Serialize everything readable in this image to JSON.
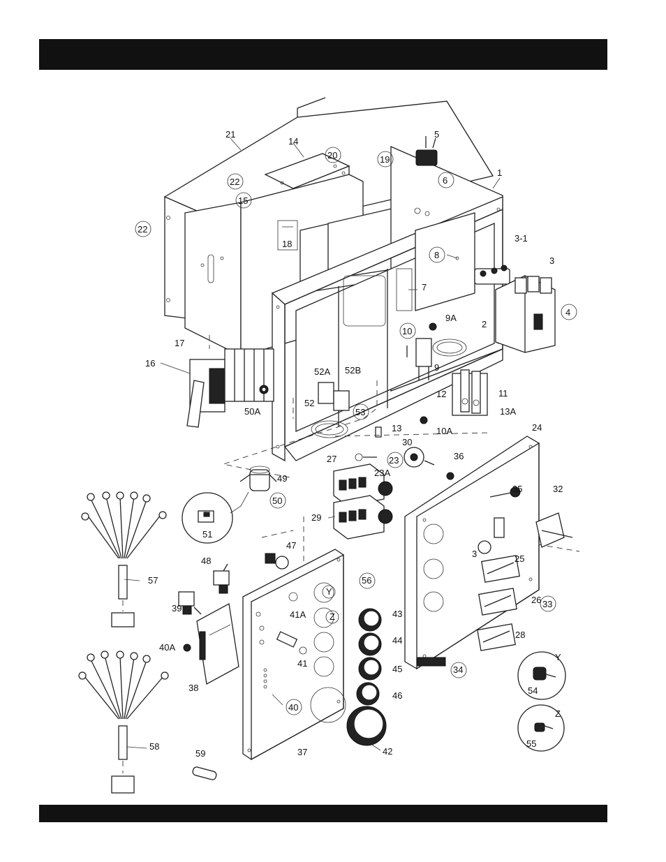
{
  "header": {
    "title": ""
  },
  "footer": {
    "text": ""
  },
  "parts": {
    "p1": "1",
    "p2": "2",
    "p3": "3",
    "p3_1": "3-1",
    "p3b": "3",
    "p4": "4",
    "p5": "5",
    "p6": "6",
    "p7": "7",
    "p8": "8",
    "p9": "9",
    "p9a": "9A",
    "p10": "10",
    "p10a": "10A",
    "p11": "11",
    "p12": "12",
    "p13": "13",
    "p13a": "13A",
    "p14": "14",
    "p15": "15",
    "p16": "16",
    "p17": "17",
    "p18": "18",
    "p19": "19",
    "p20": "20",
    "p21": "21",
    "p22a": "22",
    "p22b": "22",
    "p23": "23",
    "p23a": "23A",
    "p24": "24",
    "p25": "25",
    "p26": "26",
    "p27": "27",
    "p28": "28",
    "p29": "29",
    "p30": "30",
    "p32": "32",
    "p33": "33",
    "p34": "34",
    "p35": "35",
    "p36": "36",
    "p37": "37",
    "p38": "38",
    "p39": "39",
    "p40": "40",
    "p40a": "40A",
    "p41": "41",
    "p41a": "41A",
    "p42": "42",
    "p43": "43",
    "p44": "44",
    "p45": "45",
    "p46": "46",
    "p47": "47",
    "p48": "48",
    "p49": "49",
    "p50": "50",
    "p50a": "50A",
    "p51": "51",
    "p52": "52",
    "p52a": "52A",
    "p52b": "52B",
    "p53": "53",
    "p54": "54",
    "p55": "55",
    "p56": "56",
    "p57": "57",
    "p58": "58",
    "p59": "59",
    "yA": "Y",
    "zA": "Z",
    "yB": "Y",
    "zB": "Z"
  }
}
